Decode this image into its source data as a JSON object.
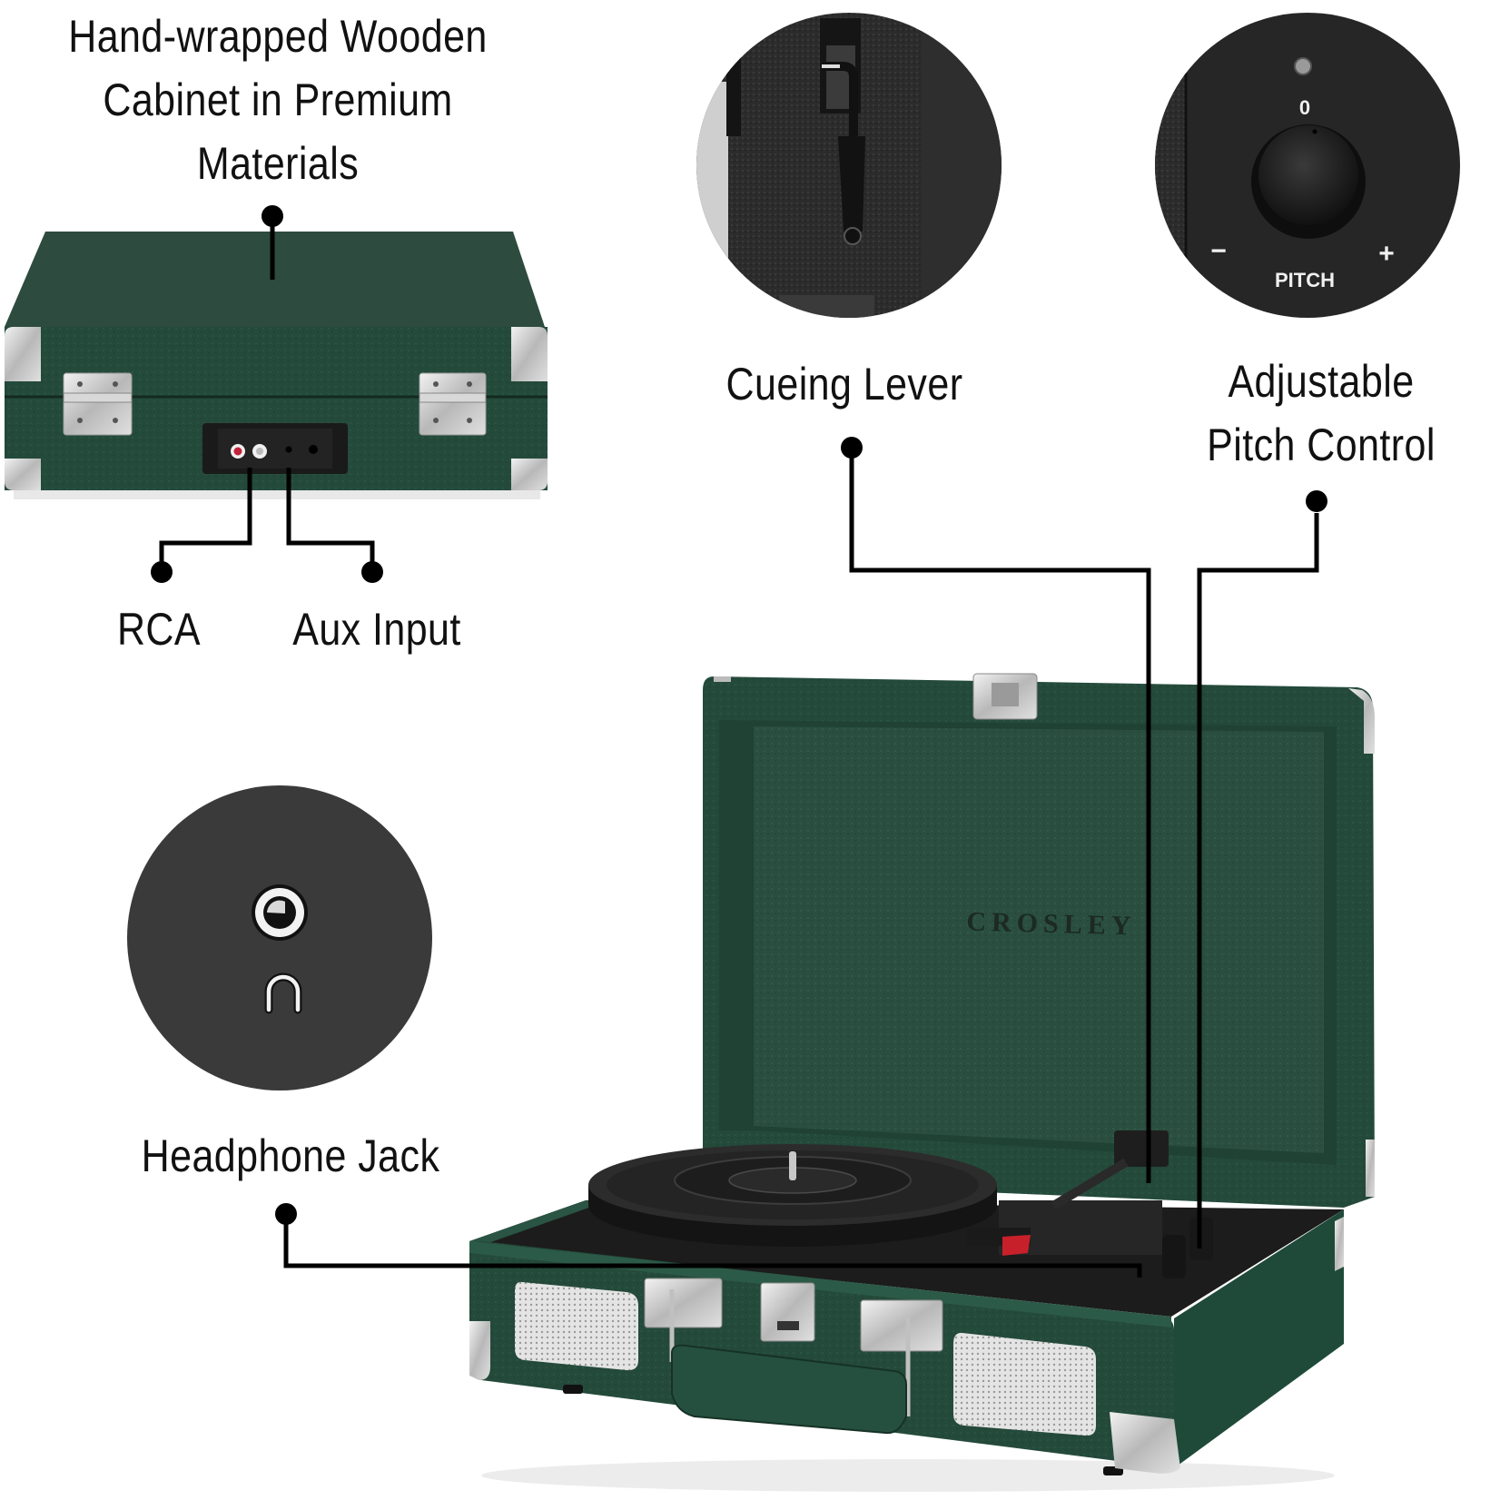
{
  "labels": {
    "cabinet": [
      "Hand-wrapped Wooden",
      "Cabinet in Premium",
      "Materials"
    ],
    "rca": "RCA",
    "aux": "Aux Input",
    "cueing": "Cueing Lever",
    "pitch": [
      "Adjustable",
      "Pitch Control"
    ],
    "headphone": "Headphone Jack"
  },
  "pitch_closeup": {
    "zero_mark": "0",
    "minus_mark": "−",
    "plus_mark": "+",
    "knob_label": "PITCH"
  },
  "brand": {
    "logo_text": "CROSLEY"
  },
  "colors": {
    "background": "#ffffff",
    "case_green": "#244a3b",
    "case_green_light": "#2f5746",
    "case_green_dark": "#1b3a2e",
    "plinth_black": "#1c1c1c",
    "platter": "#2a2a2a",
    "chrome": "#c9c9c9",
    "grill": "#dcdcdc",
    "callout_line": "#000000",
    "closeup_bg": "#2b2b2b",
    "stylus_red": "#c8202a"
  }
}
